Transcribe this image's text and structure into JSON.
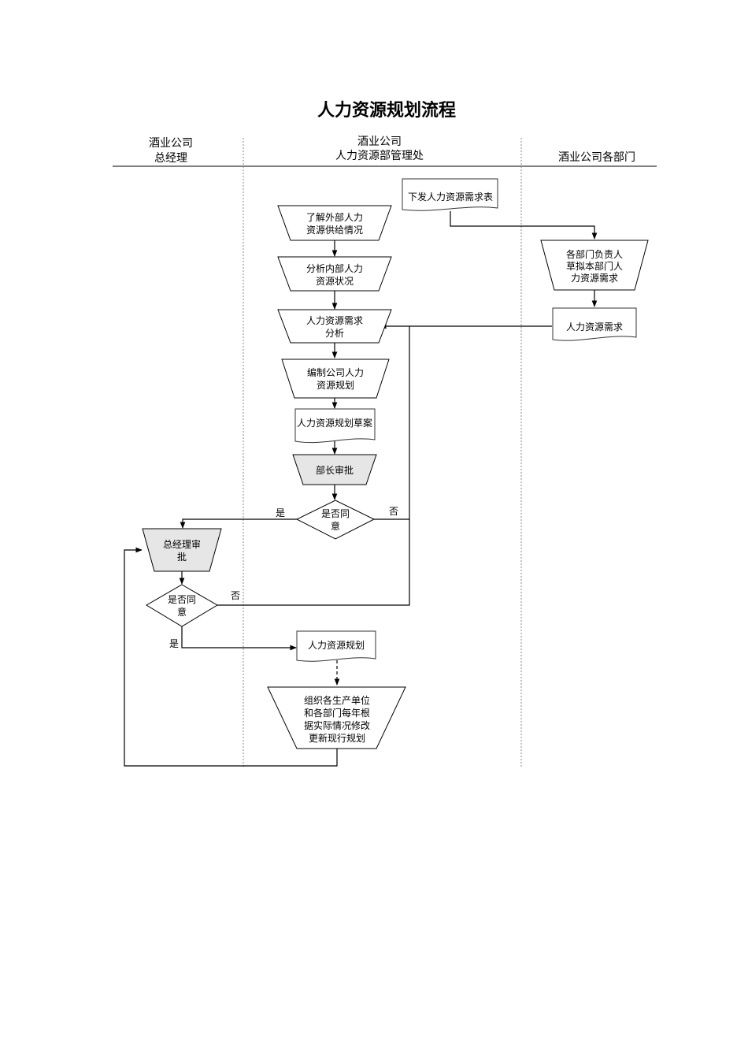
{
  "title": "人力资源规划流程",
  "lanes": {
    "gm": [
      "酒业公司",
      "总经理"
    ],
    "hr": [
      "酒业公司",
      "人力资源部管理处"
    ],
    "depts": [
      "酒业公司各部门"
    ]
  },
  "nodes": {
    "issue_form": [
      "下发人力资源需求表"
    ],
    "external_supply": [
      "了解外部人力",
      "资源供给情况"
    ],
    "internal_status": [
      "分析内部人力",
      "资源状况"
    ],
    "demand_analysis": [
      "人力资源需求",
      "分析"
    ],
    "compile_plan": [
      "编制公司人力",
      "资源规划"
    ],
    "draft_plan": [
      "人力资源规划草案"
    ],
    "minister_approval": [
      "部长审批"
    ],
    "agree_1": [
      "是否同",
      "意"
    ],
    "gm_approval": [
      "总经理审",
      "批"
    ],
    "agree_2": [
      "是否同",
      "意"
    ],
    "hr_plan": [
      "人力资源规划"
    ],
    "update_plan": [
      "组织各生产单位",
      "和各部门每年根",
      "据实际情况修改",
      "更新现行规划"
    ],
    "dept_draft": [
      "各部门负责人",
      "草拟本部门人",
      "力资源需求"
    ],
    "dept_demand": [
      "人力资源需求"
    ]
  },
  "labels": {
    "yes": "是",
    "no": "否"
  }
}
